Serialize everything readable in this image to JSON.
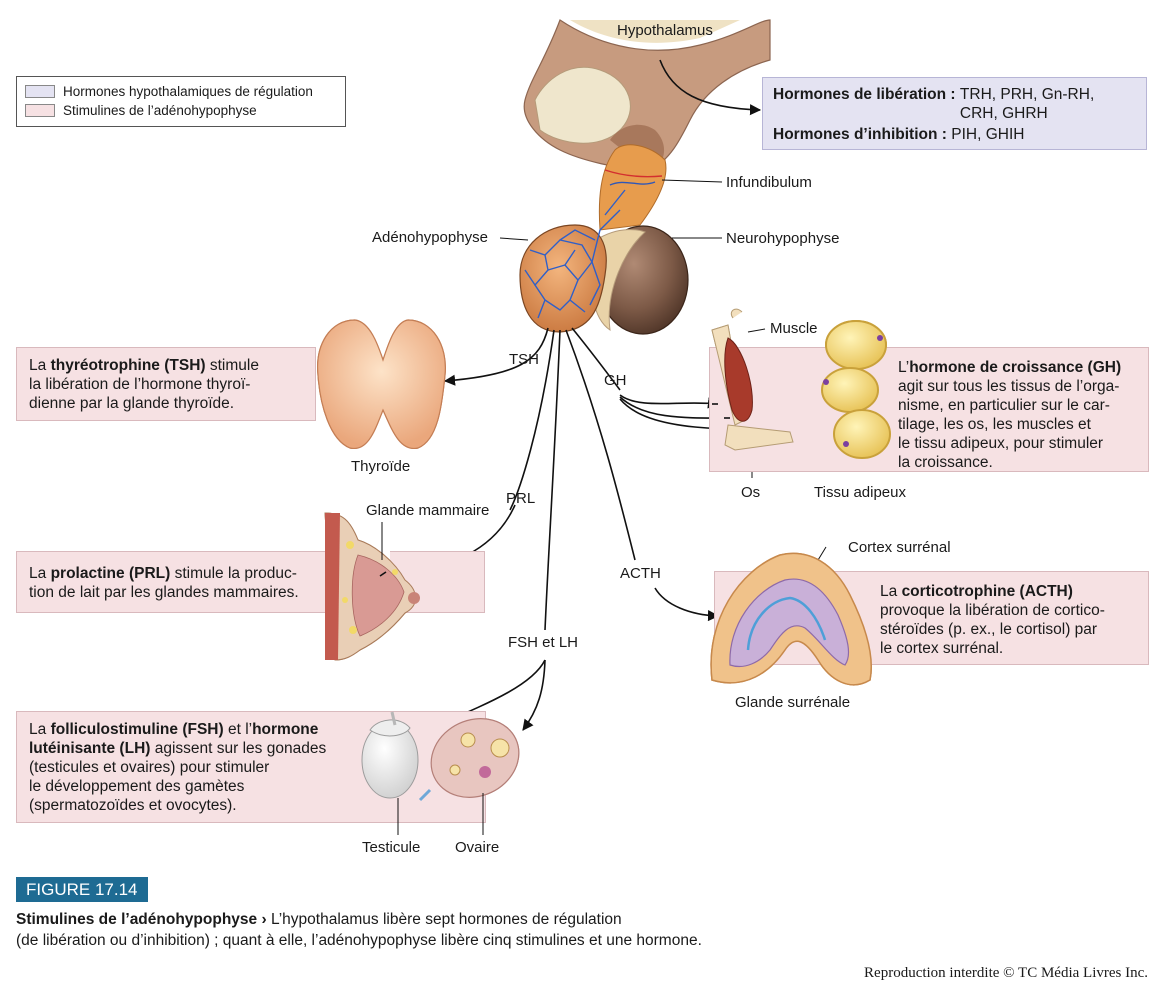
{
  "legend": {
    "items": [
      {
        "label": "Hormones hypothalamiques de régulation",
        "color": "#e4e3f2"
      },
      {
        "label": "Stimulines de l’adénohypophyse",
        "color": "#f6e1e3"
      }
    ]
  },
  "labels": {
    "hypothalamus": "Hypothalamus",
    "infundibulum": "Infundibulum",
    "adenohypophyse": "Adénohypophyse",
    "neurohypophyse": "Neurohypophyse",
    "tsh": "TSH",
    "gh": "GH",
    "prl": "PRL",
    "acth": "ACTH",
    "fsh_lh": "FSH et LH",
    "thyroide": "Thyroïde",
    "muscle": "Muscle",
    "os": "Os",
    "tissu_adipeux": "Tissu adipeux",
    "glande_mammaire": "Glande mammaire",
    "cortex_surrenal": "Cortex surrénal",
    "glande_surrenale": "Glande surrénale",
    "testicule": "Testicule",
    "ovaire": "Ovaire"
  },
  "hypothalamic_box": {
    "liberation_title": "Hormones de libération :",
    "liberation_line1": "TRH, PRH, Gn-RH,",
    "liberation_line2": "CRH, GHRH",
    "inhibition_title": "Hormones d’inhibition :",
    "inhibition_values": "PIH, GHIH"
  },
  "boxes": {
    "tsh": {
      "pre": "La ",
      "bold": "thyréotrophine (TSH)",
      "l1": " stimule",
      "l2": "la libération de l’hormone thyroï-",
      "l3": "dienne par la glande thyroïde."
    },
    "prl": {
      "pre": "La ",
      "bold": "prolactine (PRL)",
      "l1": " stimule la produc-",
      "l2": "tion de lait par les glandes mammaires."
    },
    "fsh": {
      "pre": "La ",
      "bold1": "folliculostimuline (FSH)",
      "mid": " et l’",
      "bold2": "hormone",
      "bold3": "lutéinisante (LH)",
      "l1": " agissent sur les gonades",
      "l2": "(testicules et ovaires) pour stimuler",
      "l3": "le développement des gamètes",
      "l4": "(spermatozoïdes et ovocytes)."
    },
    "gh": {
      "pre": "L’",
      "bold": "hormone de croissance (GH)",
      "l1": "agit sur tous les tissus de l’orga-",
      "l2": "nisme, en particulier sur le car-",
      "l3": "tilage, les os, les muscles et",
      "l4": "le tissu adipeux, pour stimuler",
      "l5": "la croissance."
    },
    "acth": {
      "pre": "La ",
      "bold": "corticotrophine (ACTH)",
      "l1": "provoque la libération de cortico-",
      "l2": "stéroïdes (p. ex., le cortisol) par",
      "l3": "le cortex surrénal."
    }
  },
  "figure": {
    "tag": "FIGURE 17.14",
    "title": "Stimulines de l’adénohypophyse",
    "separator": "›",
    "text1": " L’hypothalamus libère sept hormones de régulation",
    "text2": "(de libération ou d’inhibition) ; quant à elle, l’adénohypophyse libère cinq stimulines et une hormone."
  },
  "copyright": "Reproduction interdite © TC Média Livres Inc.",
  "colors": {
    "pink_box": "#f6e1e3",
    "lavender_box": "#e4e3f2",
    "figure_tag": "#1e6b93"
  }
}
